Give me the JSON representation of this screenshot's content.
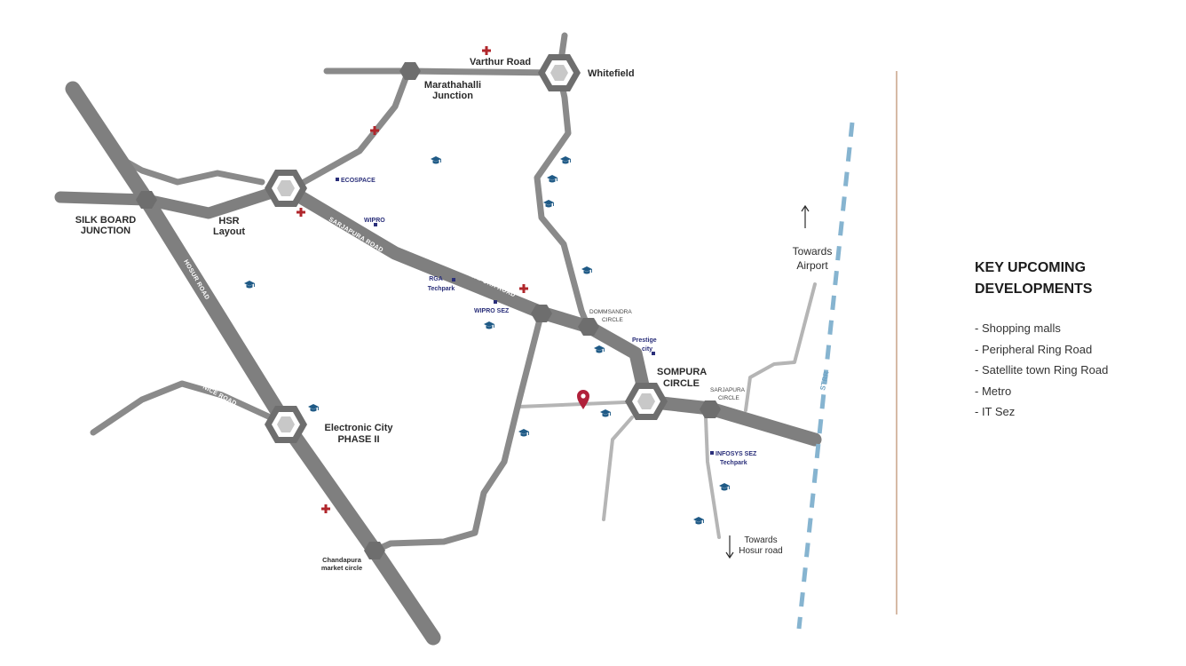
{
  "colors": {
    "road_dark": "#7f7f7f",
    "road_main": "#8a8a8a",
    "road_light": "#b5b5b5",
    "junction": "#6e6e6e",
    "hospital": "#b0262b",
    "school": "#1f5a86",
    "poi": "#2a2f7a",
    "strr": "#86b4d0",
    "pin": "#b0203a",
    "divider": "#c9a388"
  },
  "labels": {
    "varthur": "Varthur Road",
    "whitefield": "Whitefield",
    "marathahalli_1": "Marathahalli",
    "marathahalli_2": "Junction",
    "silkboard_1": "SILK BOARD",
    "silkboard_2": "JUNCTION",
    "hsr_1": "HSR",
    "hsr_2": "Layout",
    "ecospace": "ECOSPACE",
    "wipro": "WIPRO",
    "sarjapura_road_1": "SARJAPURA ROAD",
    "sarjapura_road_2": "SARJAPURA ROAD",
    "hosur_road": "HOSUR ROAD",
    "nice_road": "NICE ROAD",
    "rga_1": "RGA",
    "rga_2": "Techpark",
    "wipro_sez": "WIPRO SEZ",
    "dommsandra_1": "DOMMSANDRA",
    "dommsandra_2": "CIRCLE",
    "prestige_1": "Prestige",
    "prestige_2": "city",
    "sompura_1": "SOMPURA",
    "sompura_2": "CIRCLE",
    "sarjapura_circle_1": "SARJAPURA",
    "sarjapura_circle_2": "CIRCLE",
    "airport_1": "Towards",
    "airport_2": "Airport",
    "strr": "STRR",
    "electronic_city_1": "Electronic City",
    "electronic_city_2": "PHASE II",
    "infosys_1": "INFOSYS SEZ",
    "infosys_2": "Techpark",
    "hosur_dir_1": "Towards",
    "hosur_dir_2": "Hosur road",
    "chandapura_1": "Chandapura",
    "chandapura_2": "market circle"
  },
  "legend": {
    "title": "KEY UPCOMING\nDEVELOPMENTS",
    "items": [
      "- Shopping malls",
      "- Peripheral Ring Road",
      "- Satellite town Ring Road",
      "- Metro",
      "- IT Sez"
    ]
  }
}
